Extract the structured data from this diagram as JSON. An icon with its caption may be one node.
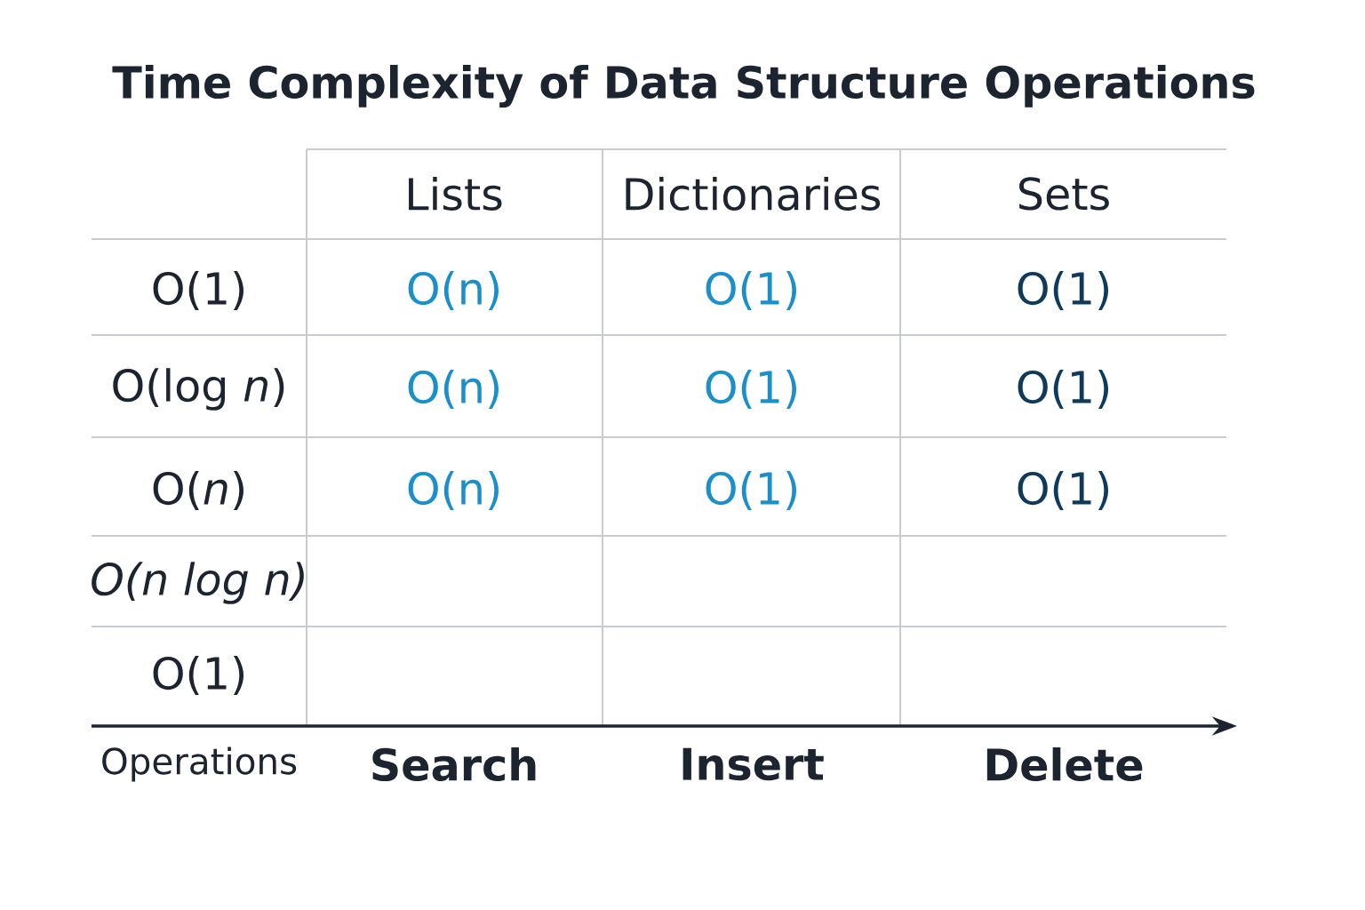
{
  "diagram": {
    "title": "Time Complexity of Data Structure Operations",
    "labels": [
      "Lists",
      "Dictionaries",
      "Sets",
      "O(1)",
      "O(n)",
      "O(1)",
      "O(1)",
      "O(log *n*)",
      "O(n)",
      "O(1)",
      "O(1)",
      "O(*n*)",
      "O(n)",
      "O(1)",
      "O(1)",
      "O(*n log n*)",
      "O(1)",
      "Operations",
      "Search",
      "Insert",
      "Delete"
    ]
  }
}
